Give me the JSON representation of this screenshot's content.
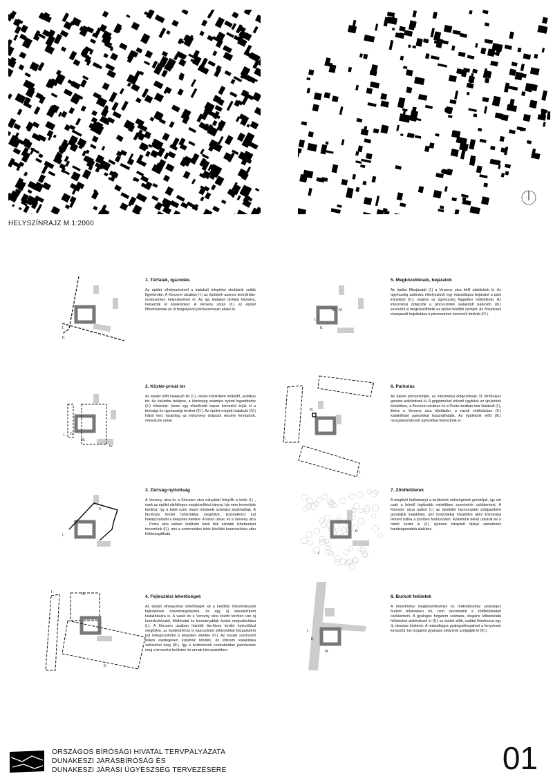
{
  "site_plan": {
    "title": "HELYSZÍNRAJZ M 1:2000"
  },
  "sections": [
    {
      "id": "1",
      "title": "1. Térfalak, igazodás",
      "body": "Az épület elhelyezésénél a kialakult telepítési struktúrát vettük figyelembe. A Kincsem utcában (I.) az épületek azonos koordináta-rendszerben helyezkednek el. Az így kialakult térfalat folytatva, helyeztük el épületünket. A Verseny utcán (II.) az épület főhomlokzata az út tengelyével párhuzamosan alakul ki.",
      "labels": [
        "I.",
        "II."
      ]
    },
    {
      "id": "2",
      "title": "2. Köztér-privát tér",
      "body": "Az épület előtt kialakuló tér (I.), városi köztérként működő, publikus tér. Az épületbe belépve, a közönség számára nyitott fogadótérbe (II.) érkezünk. Innen egy ellenőrzött kapun keresztül érjük el a bírósági és ügyészségi tereket (III.). Az épület mögött kialakuló (IV.) hátsó kert, kizárólag az intézmény dolgozói részére fenntartott, rekreációs udvar.",
      "labels": [
        "I.",
        "II.",
        "III.",
        "IV."
      ]
    },
    {
      "id": "3",
      "title": "3. Zártság-nyitottság",
      "body": "A Verseny utca és a Kincsem utca irányából felnyílik a telek (I.) , ezek az épület elsődleges megközelítési irányai. Ide nem terveztünk kerítést, így a telek ezen részei mindenki számára bejárhatóak. A fás-füves terület funkciókkal megtöltve, közparkként tud bekapcsolódni a település életébe. A hátsó udvar, és a Verseny utca - Posta utca sarkán található telek felé zártabb lehatárolást terveztünk (II.), ami a szomszédos telek későbbi hasznosítása után felülvizsgálható.",
      "labels": [
        "I.",
        "II."
      ]
    },
    {
      "id": "4",
      "title": "4. Fejlesztési lehetőségek",
      "body": "Az épület elhelyezése lehetőséget ad a későbbi önkormányzati fejlesztések összehangolására, és egy új városközpont kialakítására is. A vasút és a Verseny utca között tervben van új kormányhivatal, földhivatal és kormányablak épület megvalósítása (I.). A Kincsem utcában húzódó fás-füves terület funkciókkal megtöltve, az épületünkhöz is kapcsolódó sétányokkal közparkként tud bekapcsolódni a település életébe (II.). Az északi szomszéd telken esetlegesen irodaház bővítés, és étterem kialakítása valósulhat meg (III.). Így a közfunkciók centralizáltan jelenhetnek meg a tervezési területen és annak környezetében.",
      "labels": [
        "I.",
        "II.",
        "III."
      ]
    },
    {
      "id": "5",
      "title": "5. Megközelítések, bejáratok",
      "body": "Az épület főbejáratát (I.) a Verseny utca felől alakítottuk ki. Az ügyészség számára elhelyeztünk egy másodlagos bejáratot a park irányából (II.), segítve az ügyészség független működését. Az intézményi dolgozók a pinceszinten kialakított parkolón (III.) keresztül is megközelíthetik az épület felsőbb szintjeit. Az őrizetesek elszeparált bejuttatása a pinceszinten keresztül történik (IV.).",
      "labels": [
        "I.",
        "II.",
        "III.",
        "IV."
      ]
    },
    {
      "id": "6",
      "title": "6. Parkolás",
      "body": "Az épület pinceszintjén, az intézményi dolgozóknak 31 férőhelyes garázst alakítottunk ki. A gépjárművel érkező ügyfelek az épületünk közelében, a Kincsem utcában és a Posta utcában már kialakult (I.), illetve a Verseny utca túloldalán, a vasúti védősávban (II.) kialakítható parkolókat használhatják. Az épületünk előtt (III.) mozgáskorlátozott parkolókat helyeztünk el.",
      "labels": [
        "I.",
        "II.",
        "III.",
        "I."
      ]
    },
    {
      "id": "7",
      "title": "7. Zöldfelületek",
      "body": "A meglévő faállományt a területünk erősségének gondoljuk, így ezt csak a lehető legkisebb mértékben szeretnénk csökkenteni. A Kincsem utcai parkot (I.) az épülettel harmonizáló zöldparkként gondoljuk kialakítani, ami funkciókkal megtöltve aktív közösségi térként tudna a jövőben funkcionálni. Épületünk belső udvarát és a hátsó kertet is (II.) újonnan telepített fákkal szeretnénk barátságosabbá alakítani.",
      "labels": [
        "I.",
        "II."
      ]
    },
    {
      "id": "8",
      "title": "8. Burkolt felületek",
      "body": "A létesítmény megközelítéséhez és működéséhez szükséges burkolt felületeken túl, nem szeretnénk a zöldfelületeket csökkenteni. A gyalogos forgalom számára, elegáns kőburkolatú felületeket alakítottunk ki (II.) az épület előtt, ezáltal létrehozva egy új városias közteret. A másodlagos gyalogosforgalmat a fenyvesen keresztül, kis forgalmú gyalogos sétányok szolgálják ki (III.).",
      "labels": [
        "I.",
        "II.",
        "III."
      ]
    }
  ],
  "footer": {
    "title_lines": [
      "ORSZÁGOS BÍRÓSÁGI HIVATAL TERVPÁLYÁZATA",
      "DUNAKESZI JÁRÁSBÍRÓSÁG ÉS",
      "DUNAKESZI JÁRÁSI ÜGYÉSZSÉG TERVEZÉSÉRE"
    ],
    "page_number": "01"
  },
  "icons": {
    "north_arrow": "north-arrow-icon",
    "logo": "court-logo-icon"
  }
}
